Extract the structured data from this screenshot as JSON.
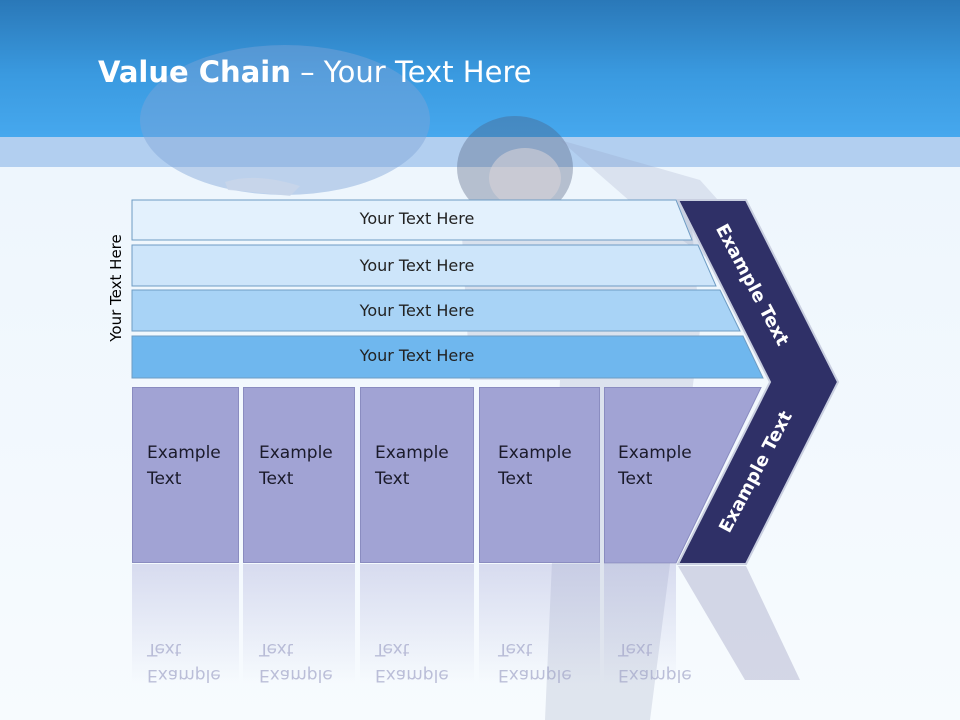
{
  "slide": {
    "title_bold": "Value Chain",
    "title_rest": " – Your Text Here"
  },
  "vertical_label": "Your Text Here",
  "bars": [
    {
      "label": "Your Text Here",
      "color": "#e3f1fd"
    },
    {
      "label": "Your Text Here",
      "color": "#cde5fa"
    },
    {
      "label": "Your Text Here",
      "color": "#a8d3f6"
    },
    {
      "label": "Your Text Here",
      "color": "#6fb7ee"
    }
  ],
  "boxes": [
    {
      "text": "Example\nText"
    },
    {
      "text": "Example\nText"
    },
    {
      "text": "Example\nText"
    },
    {
      "text": "Example\nText"
    },
    {
      "text": "Example\nText"
    }
  ],
  "chevron": {
    "upper_text": "Example Text",
    "lower_text": "Example Text",
    "color": "#2f3067"
  },
  "colors": {
    "header": "#3a9ae0",
    "box": "#a1a3d4"
  }
}
